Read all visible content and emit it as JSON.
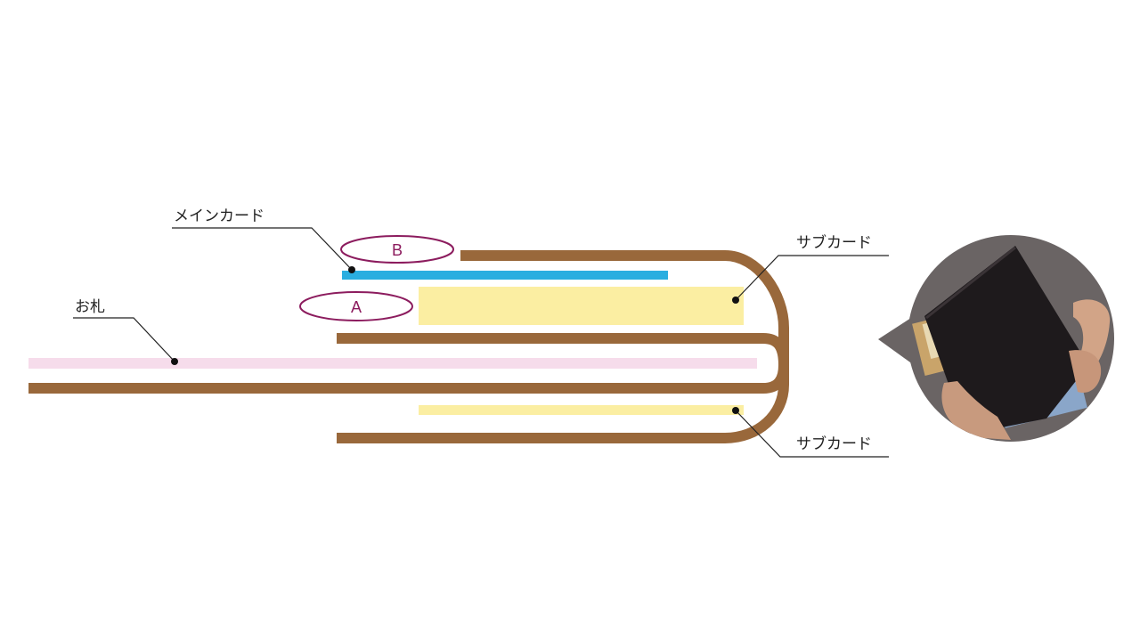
{
  "labels": {
    "main_card": "メインカード",
    "bills": "お札",
    "sub_card_top": "サブカード",
    "sub_card_bottom": "サブカード",
    "slot_a": "A",
    "slot_b": "B"
  },
  "colors": {
    "leather": "#99683b",
    "main_card": "#2aaee0",
    "sub_card": "#fbeea2",
    "bills": "#f6dceb",
    "oval": "#8c1c5e",
    "leader": "#222222",
    "photo_bg": "#6a6464",
    "photo_pad": "#1e1a1c"
  },
  "inset_photo": {
    "subject": "wallet-card-pocket-photo"
  }
}
